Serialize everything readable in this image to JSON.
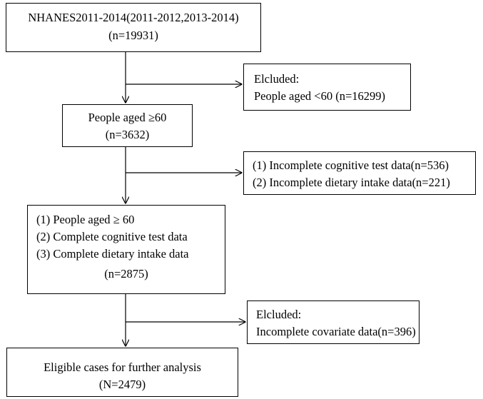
{
  "flowchart": {
    "source_box": {
      "lines": [
        "NHANES2011-2014(2011-2012,2013-2014)",
        "(n=19931)"
      ]
    },
    "exclusion_1": {
      "lines": [
        "Elcluded:",
        "People aged <60 (n=16299)"
      ]
    },
    "age_box": {
      "lines": [
        "People aged ≥60",
        "(n=3632)"
      ]
    },
    "exclusion_2": {
      "lines": [
        "(1) Incomplete cognitive test data(n=536)",
        "(2) Incomplete dietary intake data(n=221)"
      ]
    },
    "criteria_box": {
      "lines": [
        "(1) People aged ≥ 60",
        "(2) Complete cognitive test data",
        "(3) Complete dietary intake data",
        "(n=2875)"
      ]
    },
    "exclusion_3": {
      "lines": [
        "Elcluded:",
        "Incomplete covariate data(n=396)"
      ]
    },
    "final_box": {
      "lines": [
        "Eligible cases for further analysis",
        "(N=2479)"
      ]
    }
  },
  "colors": {
    "stroke": "#000000",
    "text": "#000000",
    "background": "#ffffff"
  }
}
